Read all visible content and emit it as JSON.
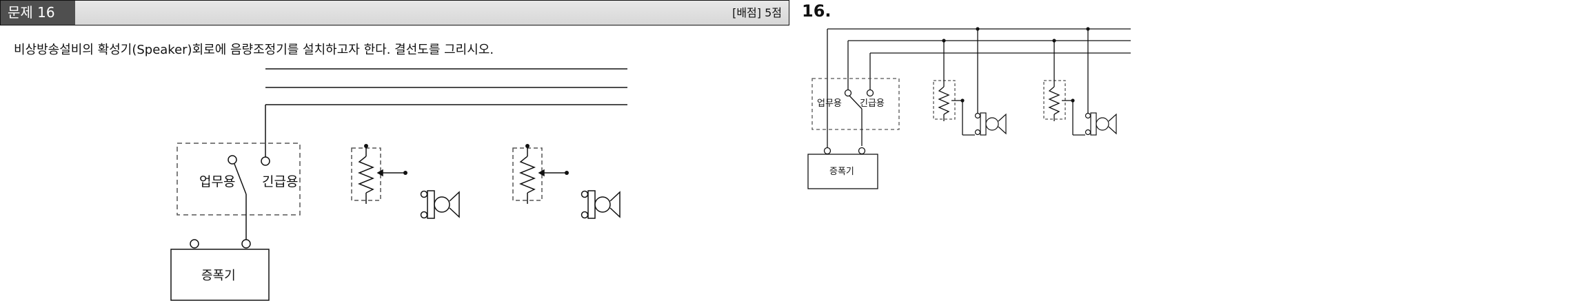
{
  "header": {
    "label": "문제 16",
    "score": "[배점] 5점"
  },
  "question": {
    "text": "비상방송설비의 확성기(Speaker)회로에 음량조정기를 설치하고자 한다. 결선도를 그리시오."
  },
  "problem_diagram": {
    "switch_label_1": "업무용",
    "switch_label_2": "긴급용",
    "amp_label": "증폭기"
  },
  "answer": {
    "number": "16.",
    "switch_label_1": "업무용",
    "switch_label_2": "긴급용",
    "amp_label": "증폭기"
  }
}
